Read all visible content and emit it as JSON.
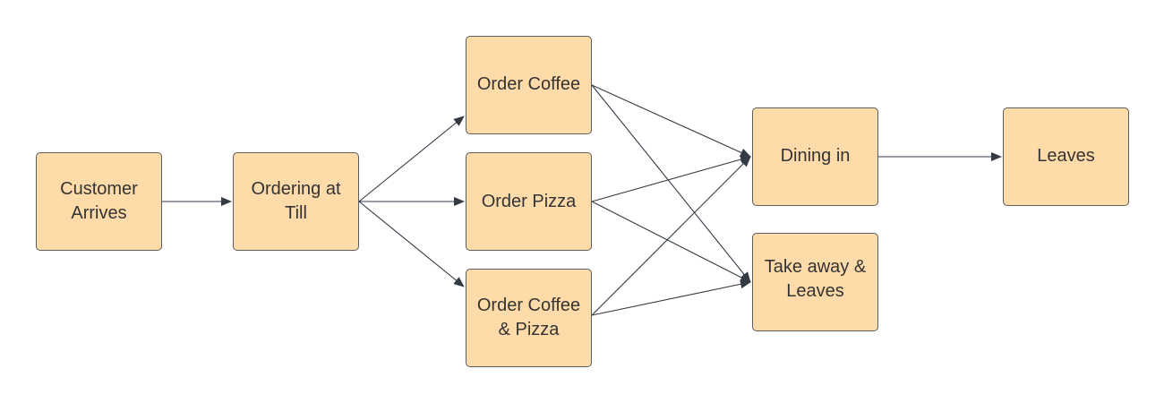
{
  "colors": {
    "node_fill": "#ffdba9",
    "node_border": "#5c5c5c",
    "edge": "#333a44",
    "text": "#333333"
  },
  "nodes": {
    "customer_arrives": "Customer\nArrives",
    "ordering_at_till": "Ordering at\nTill",
    "order_coffee": "Order Coffee",
    "order_pizza": "Order Pizza",
    "order_coffee_pizza": "Order Coffee\n& Pizza",
    "dining_in": "Dining in",
    "take_away_leaves": "Take away &\nLeaves",
    "leaves": "Leaves"
  },
  "edges": [
    {
      "from": "customer_arrives",
      "to": "ordering_at_till"
    },
    {
      "from": "ordering_at_till",
      "to": "order_coffee"
    },
    {
      "from": "ordering_at_till",
      "to": "order_pizza"
    },
    {
      "from": "ordering_at_till",
      "to": "order_coffee_pizza"
    },
    {
      "from": "order_coffee",
      "to": "dining_in"
    },
    {
      "from": "order_coffee",
      "to": "take_away_leaves"
    },
    {
      "from": "order_pizza",
      "to": "dining_in"
    },
    {
      "from": "order_pizza",
      "to": "take_away_leaves"
    },
    {
      "from": "order_coffee_pizza",
      "to": "dining_in"
    },
    {
      "from": "order_coffee_pizza",
      "to": "take_away_leaves"
    },
    {
      "from": "dining_in",
      "to": "leaves"
    }
  ]
}
